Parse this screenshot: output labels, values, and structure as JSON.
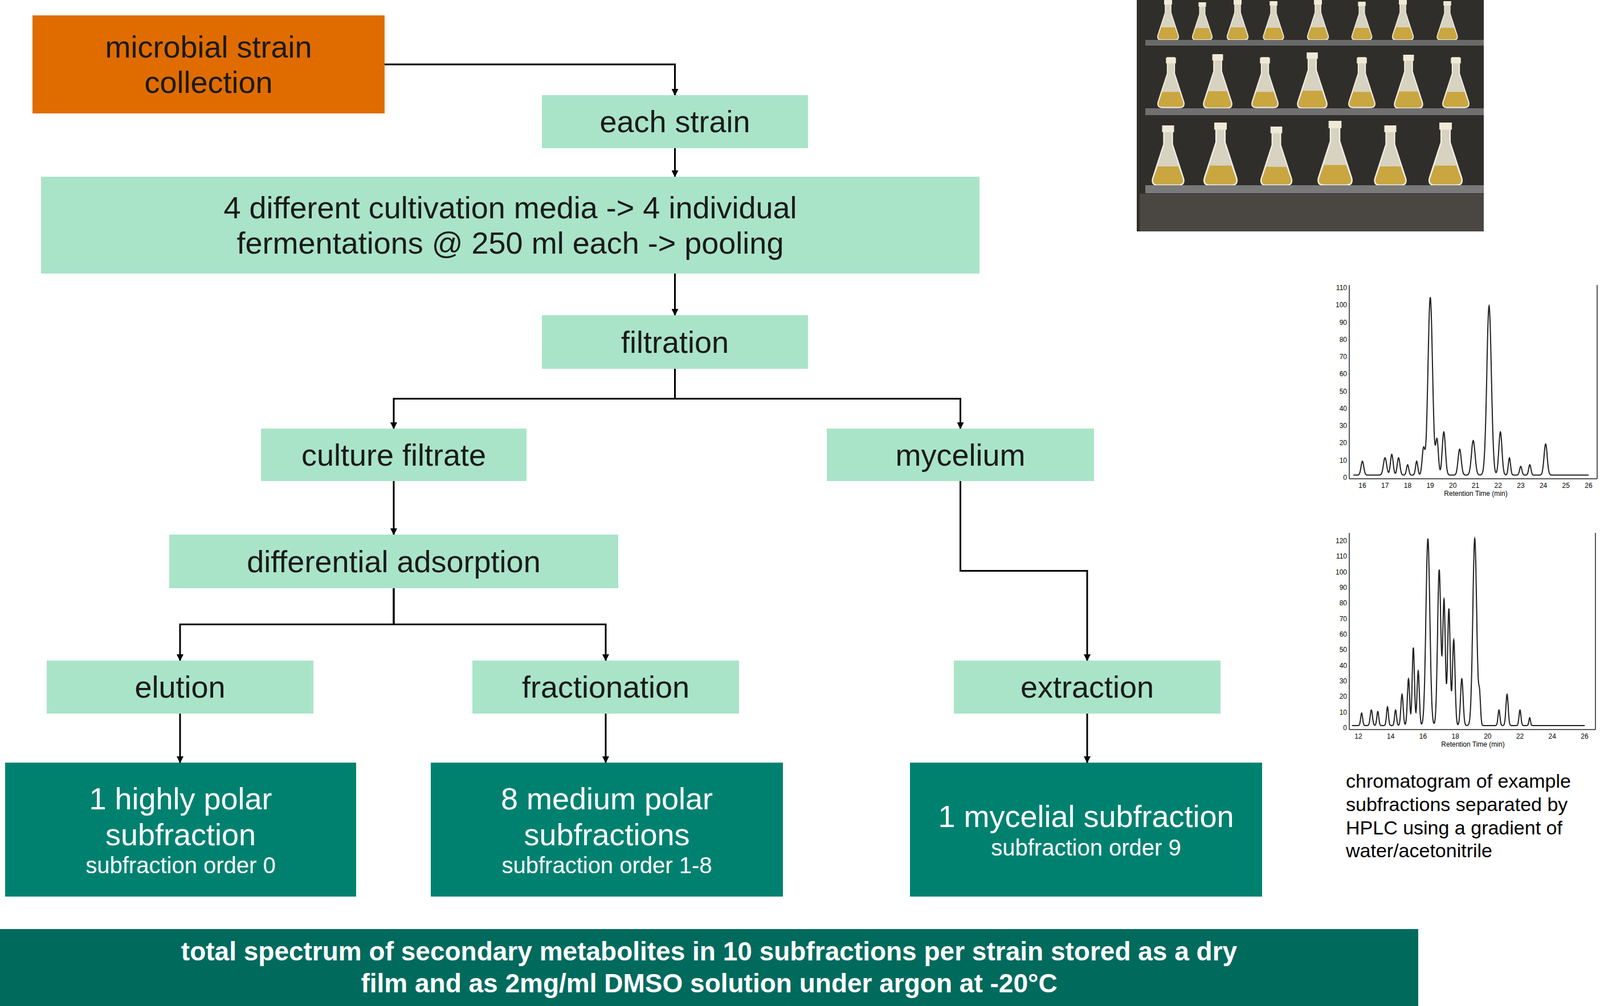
{
  "diagram": {
    "nodes": [
      {
        "text": [
          "microbial strain collection"
        ]
      },
      {
        "text": [
          "each strain"
        ]
      },
      {
        "text": [
          "4 different cultivation media -> 4 individual fermentations @ 250 ml each -> pooling"
        ]
      },
      {
        "text": [
          "filtration"
        ]
      },
      {
        "text": [
          "culture filtrate"
        ]
      },
      {
        "text": [
          "mycelium"
        ]
      },
      {
        "text": [
          "differential adsorption"
        ]
      },
      {
        "text": [
          "elution"
        ]
      },
      {
        "text": [
          "fractionation"
        ]
      },
      {
        "text": [
          "extraction"
        ]
      },
      {
        "text": [
          "1 highly polar subfraction",
          "subfraction order 0"
        ]
      },
      {
        "text": [
          "8 medium polar subfractions",
          "subfraction order 1-8"
        ]
      },
      {
        "text": [
          "1 mycelial subfraction",
          "subfraction order 9"
        ]
      },
      {
        "text": [
          "total spectrum of secondary metabolites in 10 subfractions per strain stored as a dry film and as 2mg/ml DMSO solution under argon at -20°C"
        ]
      }
    ],
    "edges": [
      {
        "from": 0,
        "to": 1,
        "arrow": "to"
      },
      {
        "from": 1,
        "to": 2,
        "arrow": "to"
      },
      {
        "from": 2,
        "to": 3,
        "arrow": "to"
      },
      {
        "from": 3,
        "to": 4,
        "arrow": "to"
      },
      {
        "from": 3,
        "to": 5,
        "arrow": "to"
      },
      {
        "from": 4,
        "to": 6,
        "arrow": "to"
      },
      {
        "from": 6,
        "to": 7,
        "arrow": "to"
      },
      {
        "from": 6,
        "to": 8,
        "arrow": "to"
      },
      {
        "from": 5,
        "to": 9,
        "arrow": "to"
      },
      {
        "from": 7,
        "to": 10,
        "arrow": "to"
      },
      {
        "from": 8,
        "to": 11,
        "arrow": "to"
      },
      {
        "from": 9,
        "to": 12,
        "arrow": "to"
      }
    ],
    "labels": [
      "chromatogram of example subfractions separated by HPLC using a gradient of water/acetonitrile",
      "0",
      "10",
      "20",
      "30",
      "40",
      "50",
      "60",
      "70",
      "80",
      "90",
      "100",
      "110",
      "16",
      "17",
      "18",
      "19",
      "20",
      "21",
      "22",
      "23",
      "24",
      "25",
      "26",
      "Retention Time (min)",
      "0",
      "10",
      "20",
      "30",
      "40",
      "50",
      "60",
      "70",
      "80",
      "90",
      "100",
      "110",
      "120",
      "12",
      "14",
      "16",
      "18",
      "20",
      "22",
      "24",
      "26",
      "Retention Time (min)"
    ]
  }
}
